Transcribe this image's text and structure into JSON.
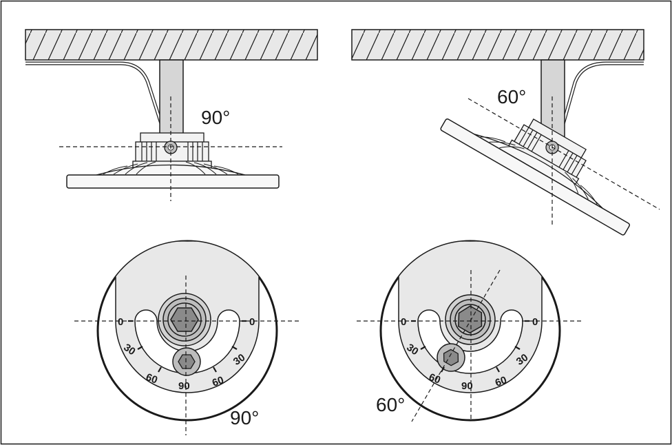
{
  "labels": {
    "top_left_angle": "90°",
    "top_right_angle": "60°",
    "bottom_left_angle": "90°",
    "bottom_right_angle": "60°"
  },
  "scale_left": {
    "zero_left": "0",
    "zero_right": "0",
    "thirty_left": "30",
    "thirty_right": "30",
    "sixty_left": "60",
    "sixty_right": "60",
    "ninety": "90"
  },
  "scale_right": {
    "zero_left": "0",
    "zero_right": "0",
    "thirty_left": "30",
    "thirty_right": "30",
    "sixty_left": "60",
    "sixty_right": "60",
    "ninety": "90"
  },
  "colors": {
    "line": "#1a1a1a",
    "fill_light": "#e8e8e8",
    "fill_mid": "#bdbdbd",
    "fill_dark": "#8a8a8a"
  }
}
